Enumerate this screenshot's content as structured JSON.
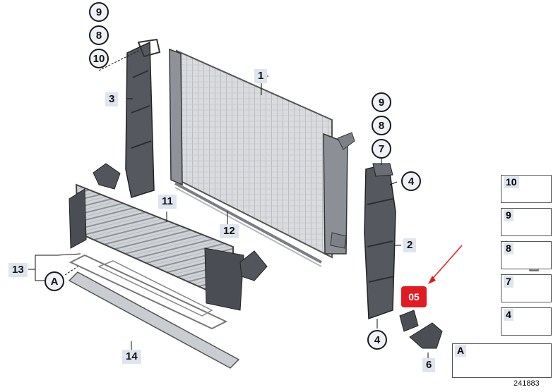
{
  "diagram": {
    "image_id_label": "241883",
    "highlight_label": "05",
    "highlight_color": "#e11b22",
    "callouts_circle": [
      "9",
      "8",
      "10",
      "9",
      "8",
      "7",
      "4",
      "4"
    ],
    "callouts_box": [
      "1",
      "3",
      "11",
      "12",
      "13",
      "2",
      "6",
      "14"
    ],
    "detail_label": "A",
    "legend": [
      "10",
      "9",
      "8",
      "7",
      "4"
    ],
    "legend_detail_label": "A"
  }
}
